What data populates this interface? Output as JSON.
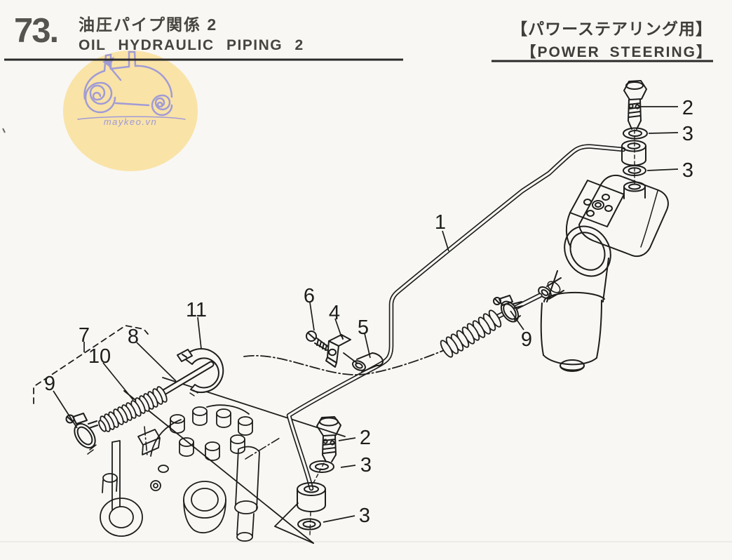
{
  "page": {
    "background": "#f8f7f4",
    "ink": "#1d1d1b"
  },
  "header": {
    "section_number": "73.",
    "title_jp": "油圧パイプ関係 2",
    "title_en": "OIL HYDRAULIC PIPING 2",
    "right_jp": "【パワーステアリング用】",
    "right_en": "【POWER STEERING】"
  },
  "watermark": {
    "text": "maykeo.vn",
    "circle_color": "#f9e3a7",
    "draw_color": "#9d98d8"
  },
  "callouts": [
    {
      "label": "1"
    },
    {
      "label": "2"
    },
    {
      "label": "3"
    },
    {
      "label": "3"
    },
    {
      "label": "9"
    },
    {
      "label": "6"
    },
    {
      "label": "4"
    },
    {
      "label": "5"
    },
    {
      "label": "11"
    },
    {
      "label": "8"
    },
    {
      "label": "7"
    },
    {
      "label": "10"
    },
    {
      "label": "9"
    },
    {
      "label": "2"
    },
    {
      "label": "3"
    },
    {
      "label": "3"
    }
  ]
}
